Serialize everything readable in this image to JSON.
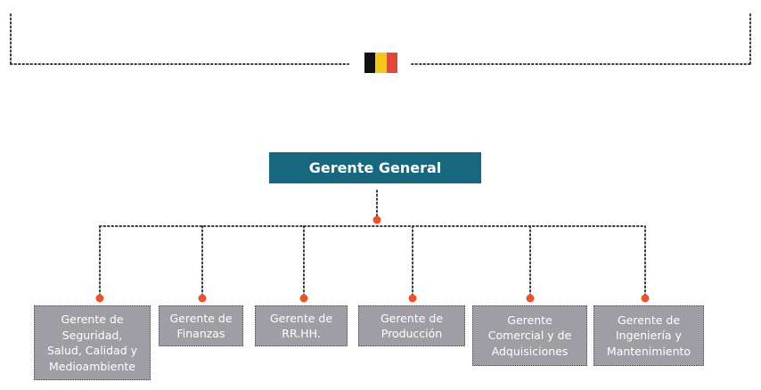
{
  "colors": {
    "root_box": "#17677f",
    "child_box": "#a09ea5",
    "connector": "#3a3a3a",
    "node_dot": "#e8552a",
    "flag_black": "#111111",
    "flag_yellow": "#f2c81a",
    "flag_red": "#e04a3a"
  },
  "icons": {
    "flag": "belgium-flag-icon"
  },
  "org_chart": {
    "root": {
      "label": "Gerente General"
    },
    "children": [
      {
        "label": "Gerente de\nSeguridad,\nSalud, Calidad y\nMedioambiente"
      },
      {
        "label": "Gerente de\nFinanzas"
      },
      {
        "label": "Gerente de\nRR.HH."
      },
      {
        "label": "Gerente de\nProducción"
      },
      {
        "label": "Gerente\nComercial y de\nAdquisiciones"
      },
      {
        "label": "Gerente de\nIngeniería y\nMantenimiento"
      }
    ]
  }
}
